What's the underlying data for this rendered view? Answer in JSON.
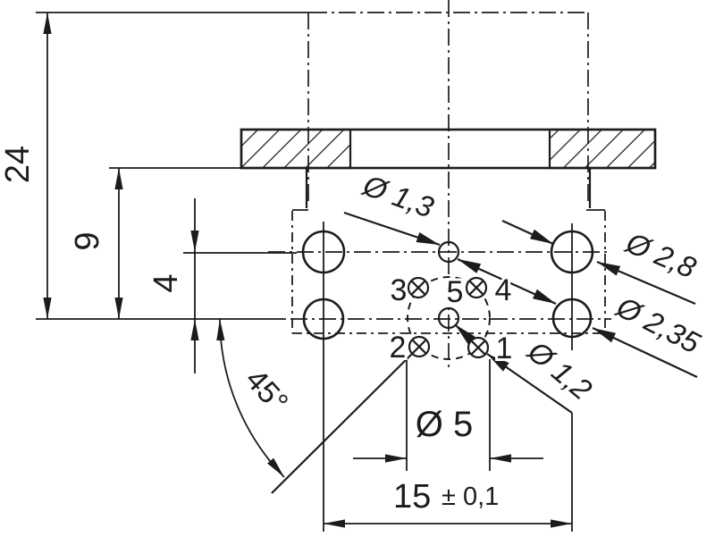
{
  "page": {
    "background": "#ffffff",
    "ink": "#1c1c1c",
    "description": "Technical dimension drawing of connector flange and 5-pin footprint"
  },
  "dimensions": {
    "overall_height": "24",
    "flange_to_axis": "9",
    "row_spacing": "4",
    "contact_angle": "45°",
    "pin_circle_diameter": "Ø 5",
    "hole_spacing": "15",
    "hole_spacing_tolerance": "± 0,1"
  },
  "hole_labels": {
    "center_hole": "Ø 1,3",
    "upper_right_hole": "Ø 2,8",
    "lower_right_hole": "Ø 2,35",
    "contact_holes": "Ø 1,2"
  },
  "pin_numbers": {
    "pin1": "1",
    "pin2": "2",
    "pin3": "3",
    "pin4": "4",
    "pin5": "5"
  }
}
